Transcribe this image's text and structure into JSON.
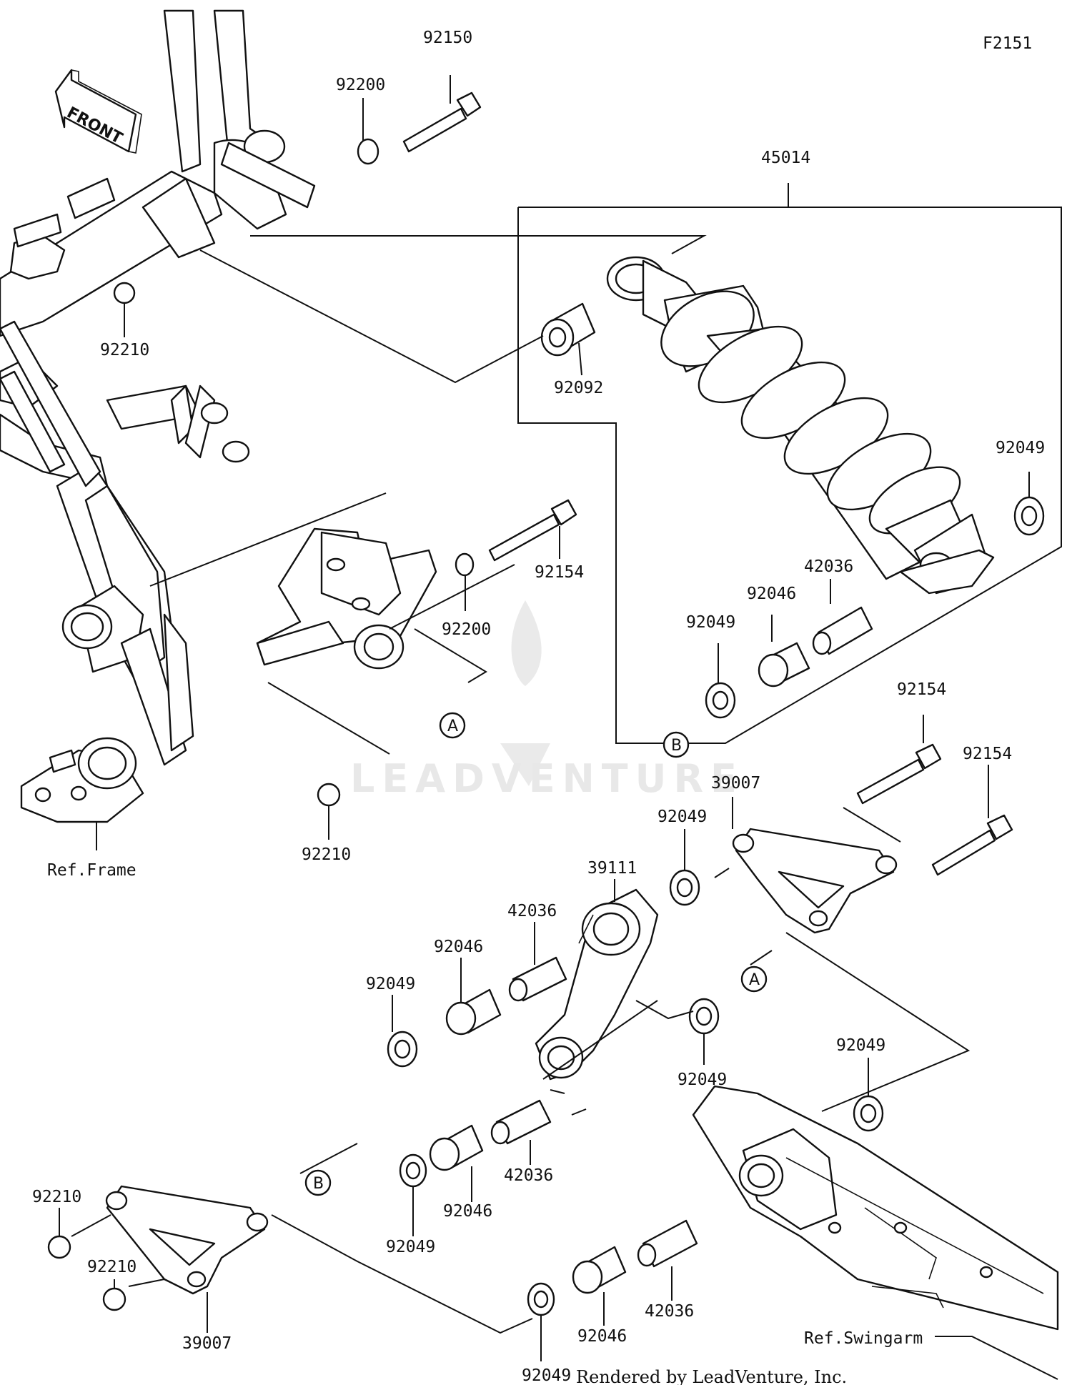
{
  "diagram": {
    "code": "F2151",
    "front_label": "FRONT",
    "footer": "Rendered by LeadVenture, Inc.",
    "watermark": "LEADVENTURE",
    "refs": {
      "frame": "Ref.Frame",
      "swingarm": "Ref.Swingarm"
    },
    "markers": {
      "a": "A",
      "b": "B"
    },
    "callouts": [
      "92150",
      "92200",
      "45014",
      "92210",
      "92092",
      "92049",
      "92154",
      "92200",
      "42036",
      "92046",
      "92049",
      "92210",
      "92154",
      "92154",
      "39007",
      "92049",
      "39111",
      "42036",
      "92046",
      "92049",
      "92049",
      "92049",
      "42036",
      "92210",
      "92046",
      "92210",
      "92049",
      "42036",
      "39007",
      "92046",
      "92049"
    ]
  }
}
